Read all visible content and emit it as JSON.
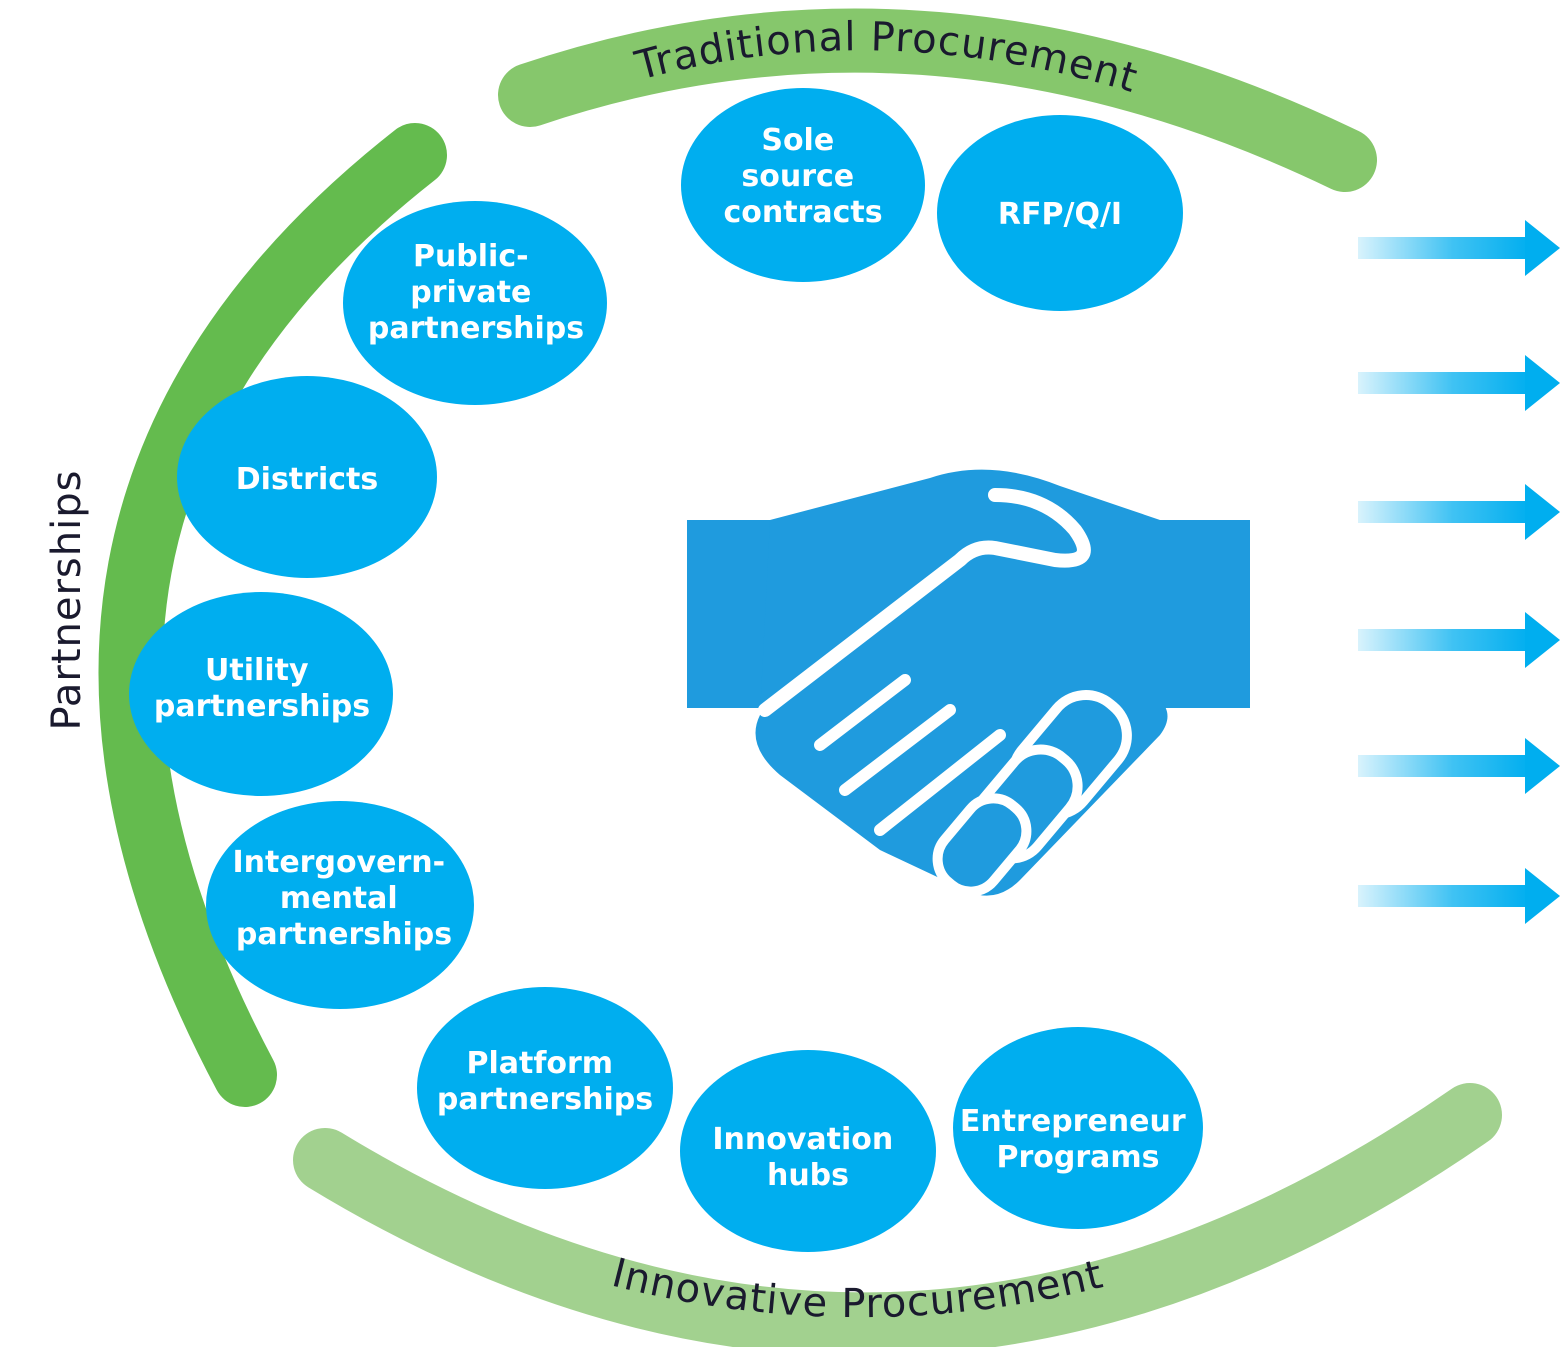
{
  "groups": {
    "traditional": "Traditional Procurement",
    "partnerships": "Partnerships",
    "innovative": "Innovative Procurement"
  },
  "bubbles": {
    "sole_source": [
      "Sole",
      "source",
      "contracts"
    ],
    "rfp": [
      "RFP/Q/I"
    ],
    "public_private": [
      "Public-",
      "private",
      "partnerships"
    ],
    "districts": [
      "Districts"
    ],
    "utility": [
      "Utility",
      "partnerships"
    ],
    "intergov": [
      "Intergovern-",
      "mental",
      "partnerships"
    ],
    "platform": [
      "Platform",
      "partnerships"
    ],
    "innovation_hubs": [
      "Innovation",
      "hubs"
    ],
    "entrepreneur": [
      "Entrepreneur",
      "Programs"
    ]
  },
  "center_icon": "handshake-icon",
  "arrow_icon": "arrow-right-icon",
  "colors": {
    "bubble": "#00AEEF",
    "traditional_arc": "#86C76C",
    "partnerships_arc": "#64BB4E",
    "innovative_arc": "#A2D18F",
    "handshake": "#1F9BDE",
    "arrow": "#00AEEF",
    "label_text": "#1a1a2e"
  }
}
